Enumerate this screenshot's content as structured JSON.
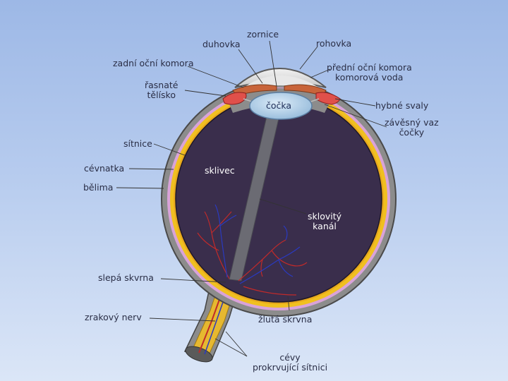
{
  "labels": {
    "zornice": "zornice",
    "duhovka": "duhovka",
    "rohovka": "rohovka",
    "zadni_ocni_komora": "zadní oční komora",
    "predni_ocni_komora": "přední oční komora",
    "komorova_voda": "komorová voda",
    "rasnate_line1": "řasnaté",
    "rasnate_line2": "tělísko",
    "cocka": "čočka",
    "hybne_svaly": "hybné svaly",
    "zavesny_line1": "závěsný vaz",
    "zavesny_line2": "čočky",
    "sitnice": "sítnice",
    "cevnatka": "cévnatka",
    "sklivec": "sklivec",
    "belima": "bělima",
    "sklovity_line1": "sklovitý",
    "sklovity_line2": "kanál",
    "slepa_skvrna": "slepá skvrna",
    "zrakovy_nerv": "zrakový nerv",
    "zluta_skvrna": "žlutá skrvna",
    "cevy_line1": "cévy",
    "cevy_line2": "prokrvující sítnici"
  },
  "colors": {
    "sclera": "#8c8c8c",
    "choroid": "#d9a3d9",
    "retina": "#f0c020",
    "vitreous": "#3a2e4c",
    "lens": "#a9cbe6",
    "iris": "#c8643a",
    "ciliary": "#e0504a",
    "nerve": "#e6b830",
    "vessel_red": "#c02a2a",
    "vessel_blue": "#2a3ac0"
  }
}
